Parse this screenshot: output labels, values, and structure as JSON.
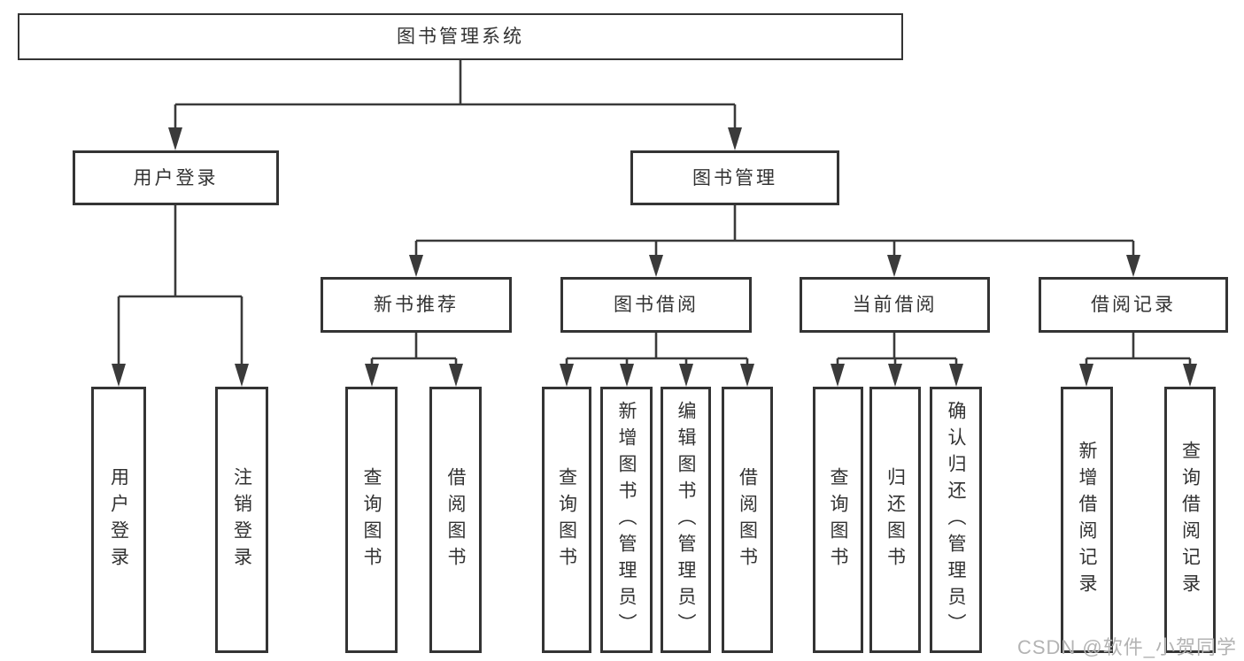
{
  "diagram": {
    "type": "hierarchy-tree",
    "root": {
      "label": "图书管理系统",
      "children": [
        {
          "label": "用户登录",
          "children": [
            {
              "label": "用户登录"
            },
            {
              "label": "注销登录"
            }
          ]
        },
        {
          "label": "图书管理",
          "children": [
            {
              "label": "新书推荐",
              "children": [
                {
                  "label": "查询图书"
                },
                {
                  "label": "借阅图书"
                }
              ]
            },
            {
              "label": "图书借阅",
              "children": [
                {
                  "label": "查询图书"
                },
                {
                  "label": "新增图书（管理员）"
                },
                {
                  "label": "编辑图书（管理员）"
                },
                {
                  "label": "借阅图书"
                }
              ]
            },
            {
              "label": "当前借阅",
              "children": [
                {
                  "label": "查询图书"
                },
                {
                  "label": "归还图书"
                },
                {
                  "label": "确认归还（管理员）"
                }
              ]
            },
            {
              "label": "借阅记录",
              "children": [
                {
                  "label": "新增借阅记录"
                },
                {
                  "label": "查询借阅记录"
                }
              ]
            }
          ]
        }
      ]
    }
  },
  "watermark": {
    "text": "CSDN @软件_小贺同学"
  },
  "colors": {
    "line": "#3a3a3a",
    "border": "#343434",
    "text": "#323232",
    "watermark": "#b3b3b3",
    "background": "#ffffff"
  }
}
